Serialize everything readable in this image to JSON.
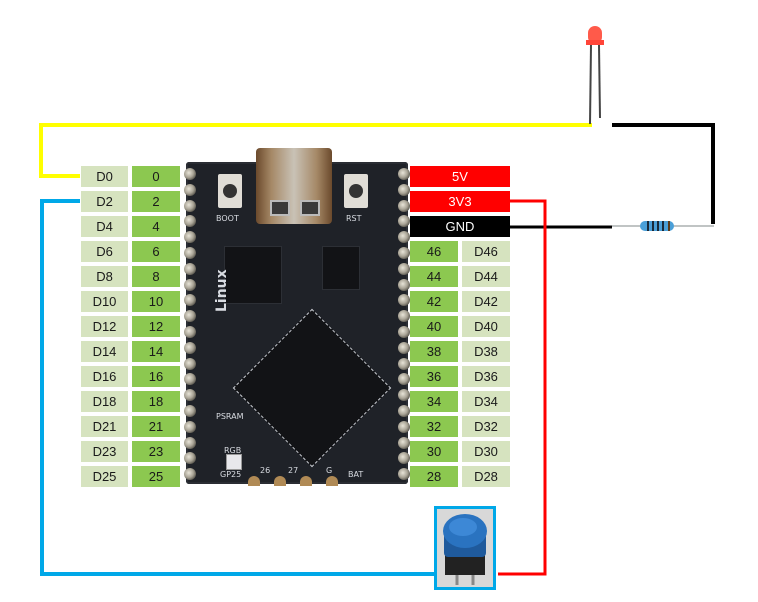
{
  "diagram": {
    "type": "wiring-diagram",
    "board": {
      "name": "Linux",
      "silkscreen": [
        "BOOT",
        "RST",
        "PSRAM",
        "RGB",
        "GP25",
        "BAT",
        "G",
        "26",
        "27"
      ],
      "usb_connector": "USB-C"
    },
    "left_header": [
      {
        "label": "D0",
        "pin": "0"
      },
      {
        "label": "D2",
        "pin": "2"
      },
      {
        "label": "D4",
        "pin": "4"
      },
      {
        "label": "D6",
        "pin": "6"
      },
      {
        "label": "D8",
        "pin": "8"
      },
      {
        "label": "D10",
        "pin": "10"
      },
      {
        "label": "D12",
        "pin": "12"
      },
      {
        "label": "D14",
        "pin": "14"
      },
      {
        "label": "D16",
        "pin": "16"
      },
      {
        "label": "D18",
        "pin": "18"
      },
      {
        "label": "D21",
        "pin": "21"
      },
      {
        "label": "D23",
        "pin": "23"
      },
      {
        "label": "D25",
        "pin": "25"
      }
    ],
    "right_power": [
      {
        "label": "5V",
        "kind": "power"
      },
      {
        "label": "3V3",
        "kind": "power"
      },
      {
        "label": "GND",
        "kind": "ground"
      }
    ],
    "right_header": [
      {
        "label": "D46",
        "pin": "46"
      },
      {
        "label": "D44",
        "pin": "44"
      },
      {
        "label": "D42",
        "pin": "42"
      },
      {
        "label": "D40",
        "pin": "40"
      },
      {
        "label": "D38",
        "pin": "38"
      },
      {
        "label": "D36",
        "pin": "36"
      },
      {
        "label": "D34",
        "pin": "34"
      },
      {
        "label": "D32",
        "pin": "32"
      },
      {
        "label": "D30",
        "pin": "30"
      },
      {
        "label": "D28",
        "pin": "28"
      }
    ],
    "components": [
      {
        "name": "LED",
        "color": "red"
      },
      {
        "name": "Resistor",
        "color": "blue"
      },
      {
        "name": "Push button",
        "color": "blue"
      }
    ],
    "wires": [
      {
        "from": "D0",
        "to": "LED anode",
        "color": "#ffff00"
      },
      {
        "from": "LED cathode",
        "to": "Resistor",
        "color": "#000000"
      },
      {
        "from": "Resistor",
        "to": "GND",
        "color": "#000000"
      },
      {
        "from": "3V3",
        "to": "Push button",
        "color": "#ff0000"
      },
      {
        "from": "Push button",
        "to": "D2",
        "color": "#00a8e8"
      }
    ],
    "colors": {
      "pin_label_bg": "#d6e3bf",
      "pin_number_bg": "#8cc850",
      "power_bg": "#ff0000",
      "ground_bg": "#000000",
      "wire_yellow": "#ffff00",
      "wire_blue": "#00a8e8",
      "wire_red": "#ff0000",
      "wire_black": "#000000"
    }
  }
}
